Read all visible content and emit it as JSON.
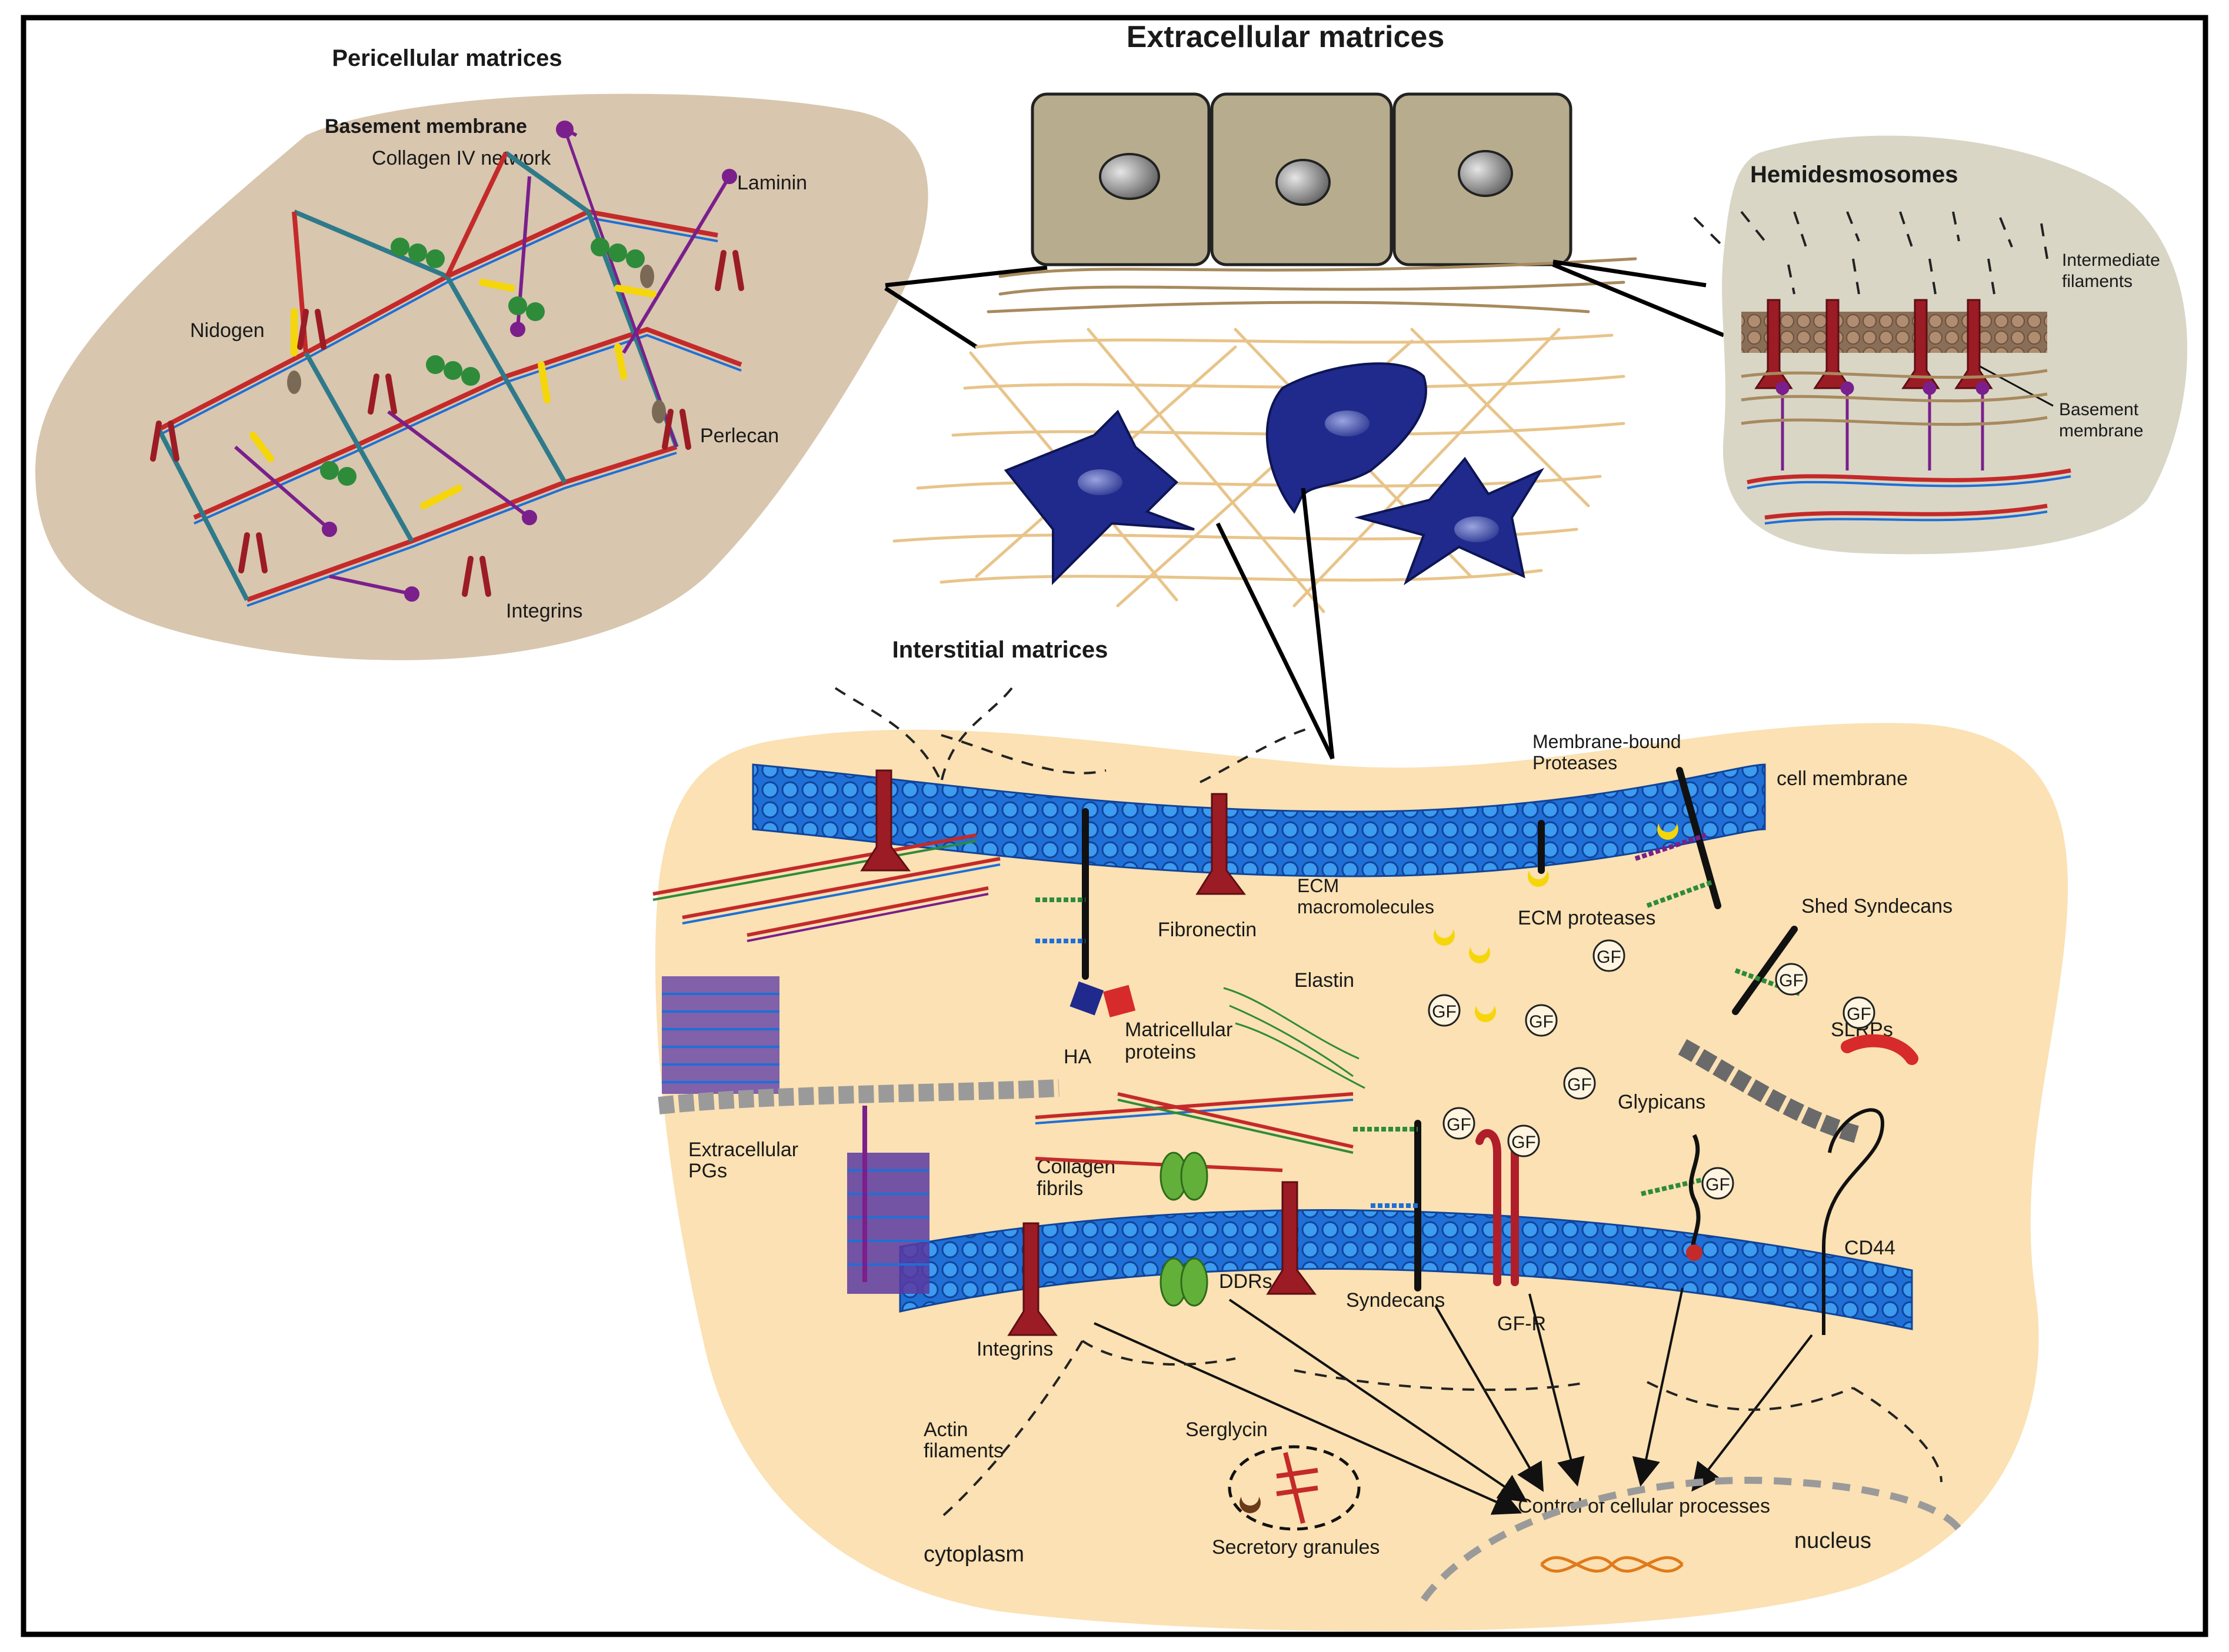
{
  "colors": {
    "frame": "#000000",
    "pericellular_bg": "#d8c6ae",
    "hemidesmosome_bg": "#d9d6c6",
    "interstitial_bg": "#fbe1b3",
    "epithelial_cell": "#b7ad8e",
    "fibroblast": "#1f2a8c",
    "membrane_blue": "#1f6fd6",
    "integrin_red": "#9b1c24",
    "laminin_purple": "#7a1f8c",
    "collagen_green": "#2e8b3a",
    "yellow": "#f5d60a",
    "fiber_tan": "#e8c48a"
  },
  "titles": {
    "extracellular": "Extracellular matrices",
    "pericellular": "Pericellular matrices",
    "interstitial": "Interstitial matrices",
    "hemidesmosomes": "Hemidesmosomes"
  },
  "pericellular": {
    "basement_membrane": "Basement membrane",
    "collagen_iv": "Collagen IV network",
    "laminin": "Laminin",
    "nidogen": "Nidogen",
    "perlecan": "Perlecan",
    "integrins": "Integrins"
  },
  "hemidesmosome": {
    "intermediate_1": "Intermediate",
    "intermediate_2": "filaments",
    "basement_1": "Basement",
    "basement_2": "membrane"
  },
  "interstitial": {
    "membrane_bound_1": "Membrane-bound",
    "membrane_bound_2": "Proteases",
    "cell_membrane": "cell membrane",
    "ecm_macro_1": "ECM",
    "ecm_macro_2": "macromolecules",
    "ecm_proteases": "ECM proteases",
    "shed_syndecans": "Shed Syndecans",
    "fibronectin": "Fibronectin",
    "elastin": "Elastin",
    "matricellular_1": "Matricellular",
    "matricellular_2": "proteins",
    "ha": "HA",
    "slrps": "SLRPs",
    "glypicans": "Glypicans",
    "extracellular_pgs_1": "Extracellular",
    "extracellular_pgs_2": "PGs",
    "collagen_fibrils_1": "Collagen",
    "collagen_fibrils_2": "fibrils",
    "cd44": "CD44",
    "ddrs": "DDRs",
    "syndecans": "Syndecans",
    "gfr": "GF-R",
    "integrins": "Integrins",
    "actin_1": "Actin",
    "actin_2": "filaments",
    "serglycin": "Serglycin",
    "secretory": "Secretory granules",
    "control": "Control of cellular processes",
    "cytoplasm": "cytoplasm",
    "nucleus": "nucleus",
    "gf": "GF"
  }
}
